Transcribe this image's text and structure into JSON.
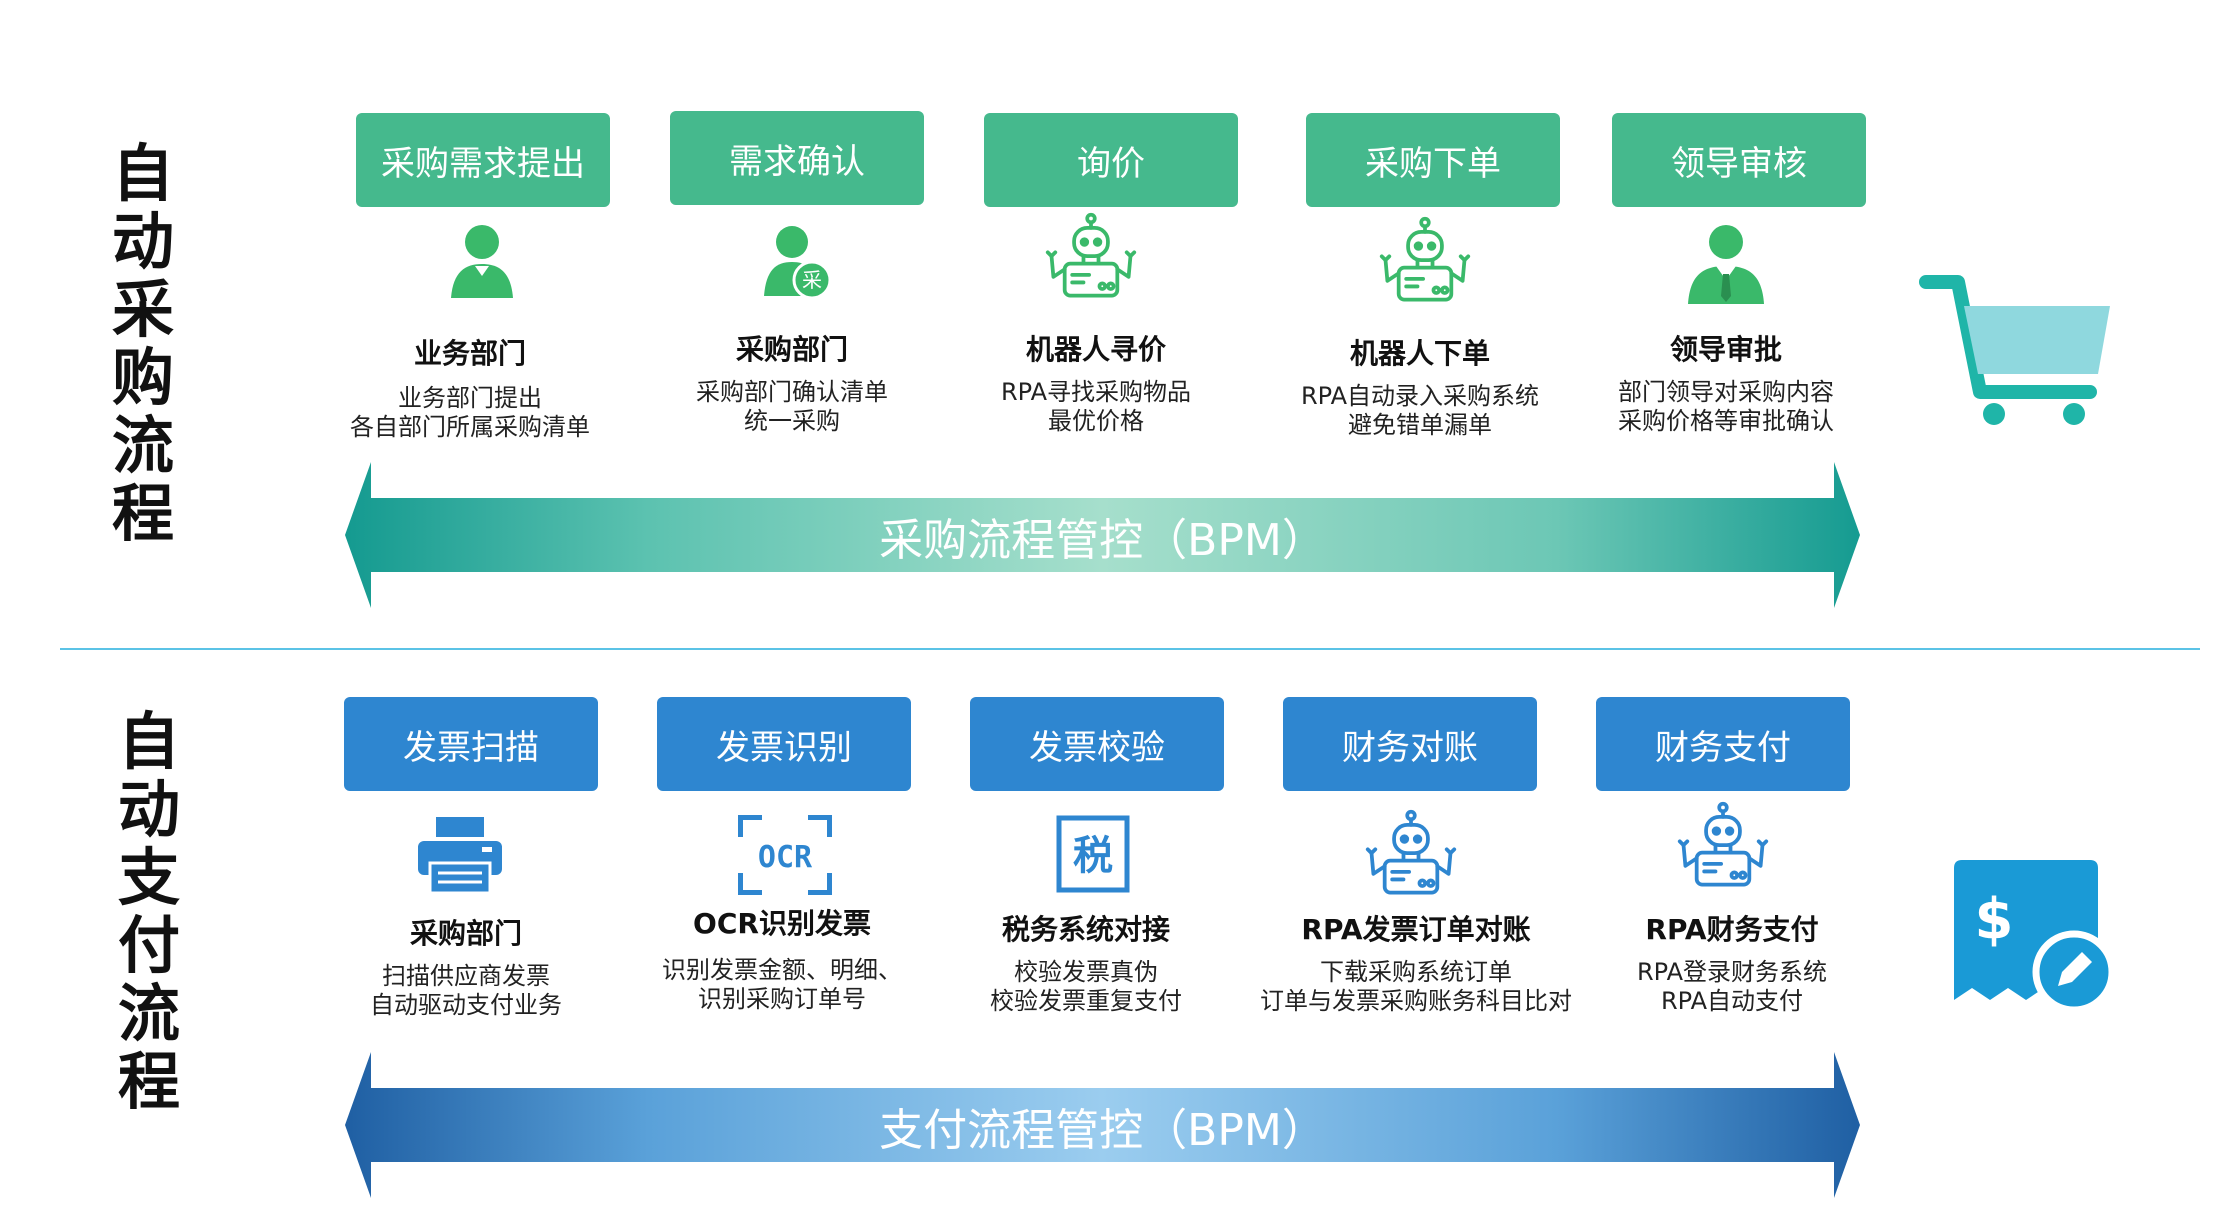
{
  "purchase": {
    "title_chars": [
      "自",
      "动",
      "采",
      "购",
      "流",
      "程"
    ],
    "steps": [
      {
        "box": "采购需求提出",
        "label": "业务部门",
        "desc": [
          "业务部门提出",
          "各自部门所属采购清单"
        ],
        "icon": "user-icon"
      },
      {
        "box": "需求确认",
        "label": "采购部门",
        "desc": [
          "采购部门确认清单",
          "统一采购"
        ],
        "icon": "purchaser-icon",
        "badge": "采"
      },
      {
        "box": "询价",
        "label": "机器人寻价",
        "desc": [
          "RPA寻找采购物品",
          "最优价格"
        ],
        "icon": "robot-icon"
      },
      {
        "box": "采购下单",
        "label": "机器人下单",
        "desc": [
          "RPA自动录入采购系统",
          "避免错单漏单"
        ],
        "icon": "robot-icon"
      },
      {
        "box": "领导审核",
        "label": "领导审批",
        "desc": [
          "部门领导对采购内容",
          "采购价格等审批确认"
        ],
        "icon": "manager-icon"
      }
    ],
    "bpm": "采购流程管控（BPM）",
    "side_icon": "shopping-cart-icon"
  },
  "payment": {
    "title_chars": [
      "自",
      "动",
      "支",
      "付",
      "流",
      "程"
    ],
    "steps": [
      {
        "box": "发票扫描",
        "label": "采购部门",
        "desc": [
          "扫描供应商发票",
          "自动驱动支付业务"
        ],
        "icon": "printer-icon"
      },
      {
        "box": "发票识别",
        "label": "OCR识别发票",
        "desc": [
          "识别发票金额、明细、",
          "识别采购订单号"
        ],
        "icon": "ocr-icon",
        "ocr": "OCR"
      },
      {
        "box": "发票校验",
        "label": "税务系统对接",
        "desc": [
          "校验发票真伪",
          "校验发票重复支付"
        ],
        "icon": "tax-icon",
        "tax": "税"
      },
      {
        "box": "财务对账",
        "label": "RPA发票订单对账",
        "desc": [
          "下载采购系统订单",
          "订单与发票采购账务科目比对"
        ],
        "icon": "robot-icon"
      },
      {
        "box": "财务支付",
        "label": "RPA财务支付",
        "desc": [
          "RPA登录财务系统",
          "RPA自动支付"
        ],
        "icon": "robot-icon"
      }
    ],
    "bpm": "支付流程管控（BPM）",
    "side_icon": "invoice-dollar-icon",
    "dollar": "$"
  },
  "colors": {
    "green": "#45b98d",
    "blue": "#2e86d0",
    "teal": "#1fb5a8",
    "divider": "#5bc3e6"
  }
}
